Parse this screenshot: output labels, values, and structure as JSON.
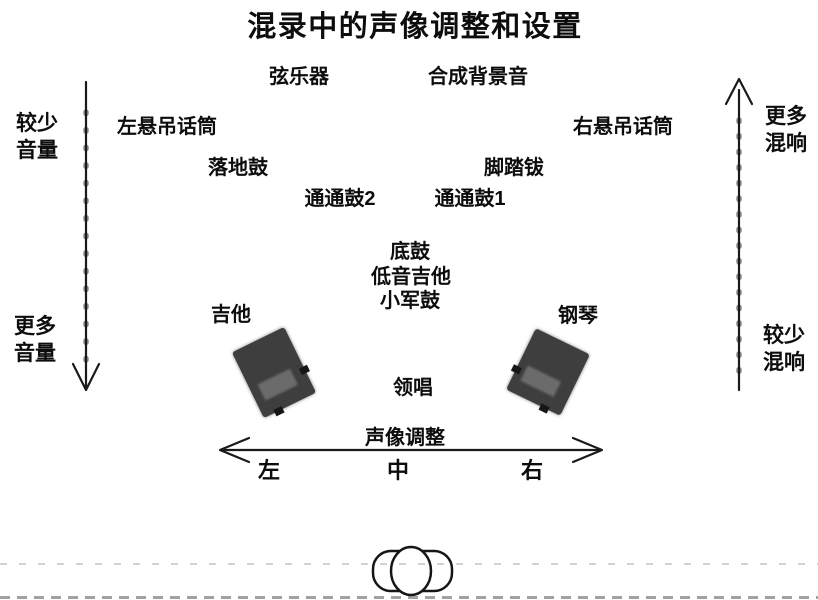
{
  "title": "混录中的声像调整和设置",
  "instruments": {
    "strings": "弦乐器",
    "synth_background": "合成背景音",
    "left_overhead_mic": "左悬吊话筒",
    "right_overhead_mic": "右悬吊话筒",
    "floor_tom": "落地鼓",
    "hi_hat": "脚踏钹",
    "tom2": "通通鼓2",
    "tom1": "通通鼓1",
    "kick_drum": "底鼓",
    "bass_guitar": "低音吉他",
    "snare_drum": "小军鼓",
    "guitar": "吉他",
    "piano": "钢琴",
    "lead_vocal": "领唱"
  },
  "volume_axis": {
    "top_label": "较少音量",
    "bottom_label": "更多音量",
    "arrow_direction": "down"
  },
  "reverb_axis": {
    "top_label": "更多混响",
    "bottom_label": "较少混响",
    "arrow_direction": "up"
  },
  "pan_axis": {
    "label": "声像调整",
    "left": "左",
    "center": "中",
    "right": "右"
  },
  "icons": {
    "left_speaker": "guitar-speaker-icon",
    "right_speaker": "piano-speaker-icon",
    "listener": "listener-head-icon"
  },
  "colors": {
    "background": "#ffffff",
    "text": "#0d0d0d",
    "line": "#1a1a1a",
    "speaker_body": "#3e3e3e",
    "speaker_label_patch": "#6b6b6b"
  }
}
